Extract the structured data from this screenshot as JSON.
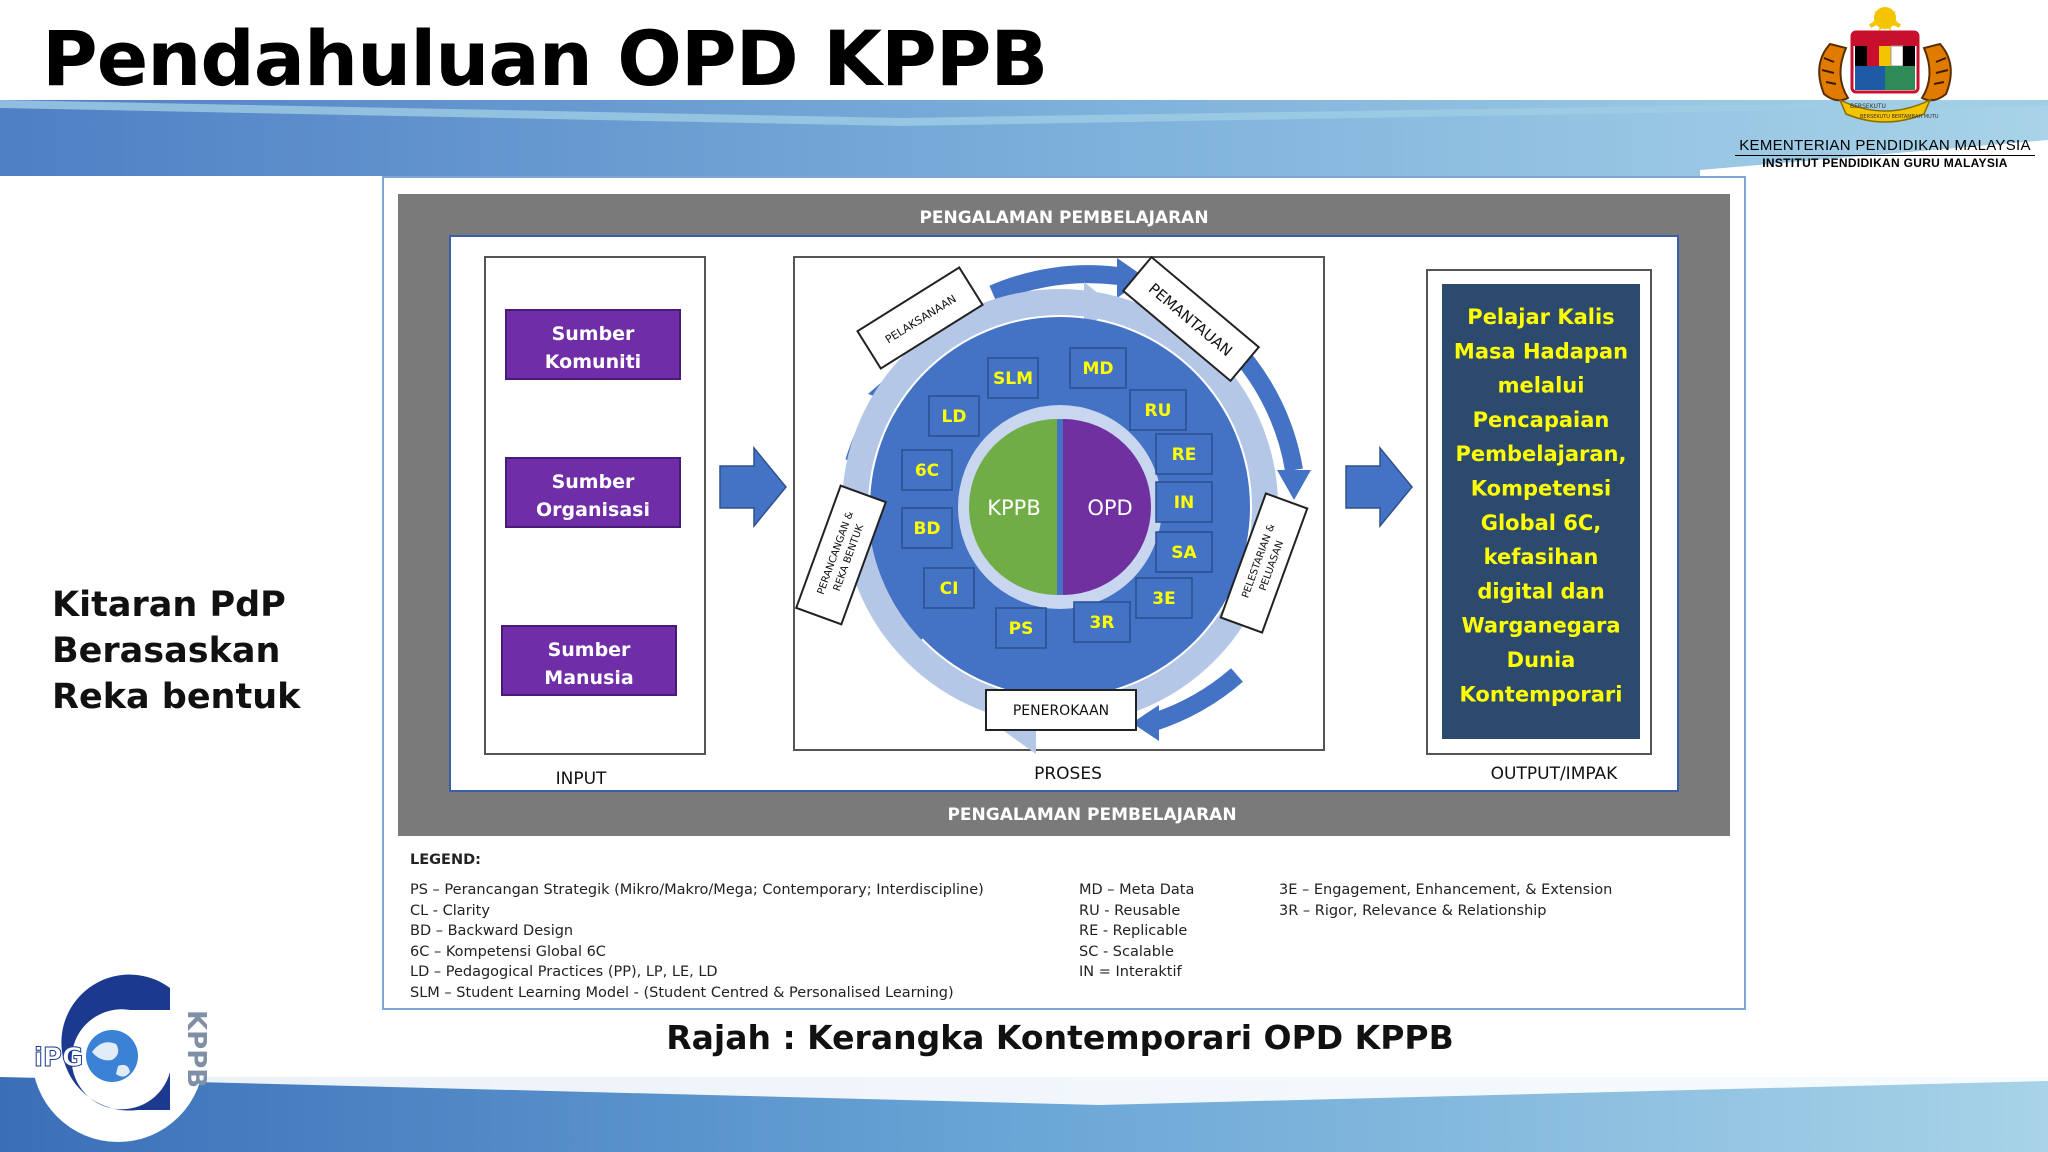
{
  "slide": {
    "title": "Pendahuluan OPD KPPB",
    "side_text": "Kitaran PdP\nBerasaskan\nReka bentuk",
    "caption": "Rajah : Kerangka Kontemporari OPD KPPB",
    "ministry_line1": "KEMENTERIAN PENDIDIKAN MALAYSIA",
    "ministry_line2": "INSTITUT PENDIDIKAN GURU MALAYSIA",
    "crest_scroll_left": "BERSEKUTU",
    "crest_scroll_bottom": "BERSEKUTU BERTAMBAH MUTU",
    "ipg_logo_text": "iPG",
    "ipg_logo_vertical": "KPPB"
  },
  "diagram": {
    "header_top": "PENGALAMAN PEMBELAJARAN",
    "header_bottom": "PENGALAMAN PEMBELAJARAN",
    "input_label": "INPUT",
    "proses_label": "PROSES",
    "output_label": "OUTPUT/IMPAK",
    "inputs": [
      "Sumber\nKomuniti",
      "Sumber\nOrganisasi",
      "Sumber\nManusia"
    ],
    "stages": {
      "pelaksanaan": "PELAKSANAAN",
      "pemantauan": "PEMANTAUAN",
      "perancangan": "PERANCANGAN &\nREKA BENTUK",
      "pelestarian": "PELESTARIAN &\nPELUASAN",
      "penerokaan": "PENEROKAAN"
    },
    "center_left": "KPPB",
    "center_right": "OPD",
    "left_boxes": [
      "SLM",
      "LD",
      "6C",
      "BD",
      "CI",
      "PS"
    ],
    "right_boxes": [
      "MD",
      "RU",
      "RE",
      "IN",
      "SA",
      "3E",
      "3R"
    ],
    "output_text": "Pelajar Kalis\nMasa Hadapan\nmelalui\nPencapaian\nPembelajaran,\nKompetensi\nGlobal 6C,\nkefasihan\ndigital dan\nWarganegara\nDunia\nKontemporari",
    "colors": {
      "purple": "#6f2da8",
      "blue": "#4472c4",
      "green": "#70ad47",
      "navy_panel": "#2c4a6e",
      "yellow": "#ffff00",
      "gray_frame": "#7a7a7a"
    }
  },
  "legend": {
    "title": "LEGEND:",
    "col1": [
      "PS – Perancangan Strategik (Mikro/Makro/Mega; Contemporary; Interdiscipline)",
      "CL -  Clarity",
      "BD – Backward Design",
      "6C – Kompetensi Global 6C",
      "LD – Pedagogical Practices (PP), LP, LE, LD",
      "SLM – Student Learning Model - (Student Centred & Personalised  Learning)"
    ],
    "col2": [
      "MD – Meta Data",
      "RU   - Reusable",
      "RE - Replicable",
      "SC - Scalable",
      "IN   = Interaktif"
    ],
    "col3": [
      "3E – Engagement, Enhancement, & Extension",
      "3R – Rigor, Relevance & Relationship"
    ]
  }
}
